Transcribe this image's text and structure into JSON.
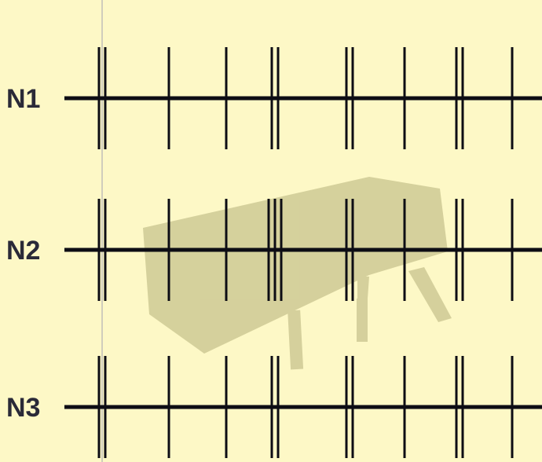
{
  "diagram": {
    "rows": [
      {
        "label": "N1",
        "marker_groups": [
          2,
          1,
          1,
          2,
          2,
          1,
          2,
          1
        ]
      },
      {
        "label": "N2",
        "marker_groups": [
          2,
          1,
          1,
          3,
          2,
          1,
          2,
          1
        ]
      },
      {
        "label": "N3",
        "marker_groups": [
          2,
          1,
          1,
          2,
          2,
          1,
          2,
          1
        ]
      }
    ],
    "colors": {
      "background": "#fdf8c6",
      "line": "#0d0d14",
      "label": "#2a2a38",
      "watermark": "#b5b07a",
      "guide": "#9a9ab0"
    },
    "watermark_icon": "farm-animal-silhouette"
  }
}
